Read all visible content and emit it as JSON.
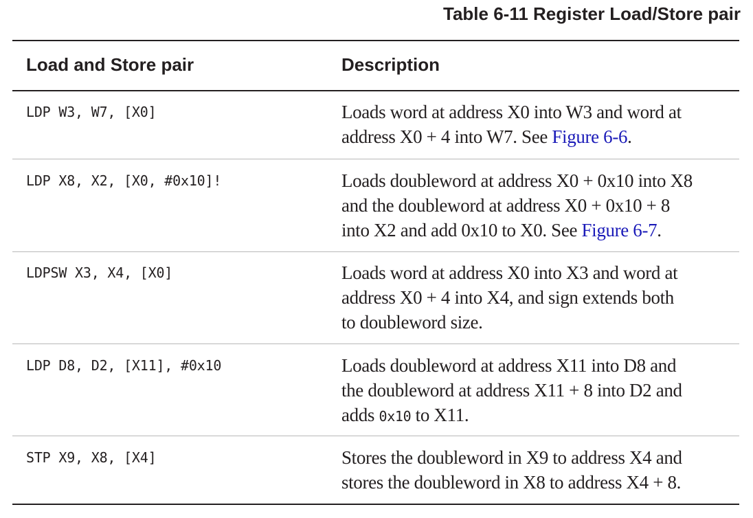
{
  "caption": "Table 6-11 Register Load/Store pair",
  "headers": {
    "col1": "Load and Store pair",
    "col2": "Description"
  },
  "rows": [
    {
      "instruction": "LDP W3, W7, [X0]",
      "desc": {
        "line1": "Loads word at address X0 into W3 and word at",
        "line2_text": "address X0 + 4 into W7. See ",
        "line2_link": "Figure 6-6",
        "line2_tail": "."
      }
    },
    {
      "instruction": "LDP X8, X2, [X0, #0x10]!",
      "desc": {
        "line1": "Loads doubleword at address X0 + 0x10 into X8",
        "line2": "and the doubleword at address X0 + 0x10 + 8",
        "line3_text": "into X2 and add 0x10 to X0. See ",
        "line3_link": "Figure 6-7",
        "line3_tail": "."
      }
    },
    {
      "instruction": "LDPSW X3, X4, [X0]",
      "desc": {
        "line1": "Loads word at address X0 into X3 and word at",
        "line2": "address X0 + 4 into X4, and sign extends both",
        "line3": "to doubleword size."
      }
    },
    {
      "instruction": "LDP D8, D2, [X11], #0x10",
      "desc": {
        "line1": "Loads doubleword at address X11 into D8 and",
        "line2": "the doubleword at address X11 + 8 into D2 and",
        "line3_pre": "adds ",
        "line3_code": "0x10",
        "line3_post": " to X11."
      }
    },
    {
      "instruction": "STP X9, X8, [X4]",
      "desc": {
        "line1": "Stores the doubleword in X9 to address X4 and",
        "line2": "stores the doubleword in X8 to address X4 + 8."
      }
    }
  ]
}
